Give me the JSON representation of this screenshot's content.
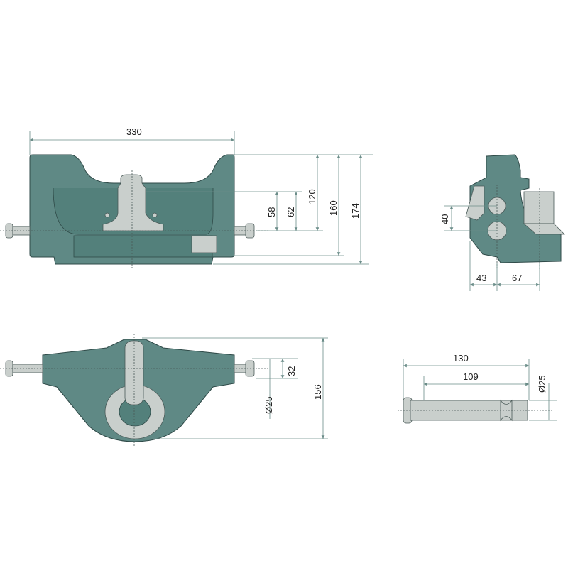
{
  "colors": {
    "body": "#5f8985",
    "part": "#c9cfcc",
    "dimension": "#6a8c88"
  },
  "front_view": {
    "width": "330",
    "dims": [
      "58",
      "62",
      "120",
      "160",
      "174"
    ]
  },
  "side_view": {
    "dims": [
      "40",
      "43",
      "67"
    ]
  },
  "bottom_view": {
    "dims": [
      "32",
      "Ø25",
      "156"
    ]
  },
  "pin_view": {
    "dims": [
      "130",
      "109",
      "Ø25"
    ]
  }
}
